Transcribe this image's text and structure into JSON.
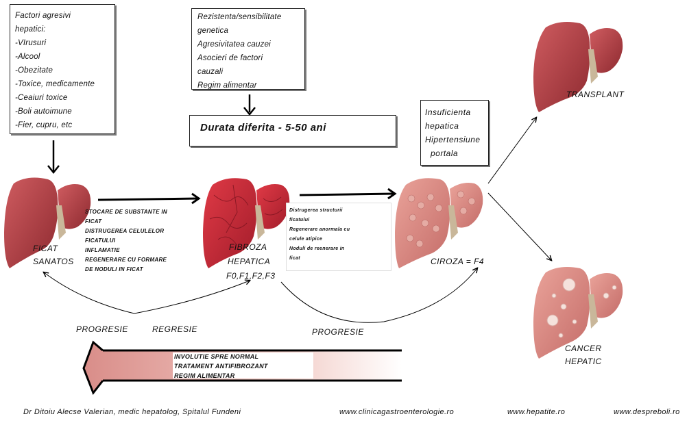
{
  "left_box": {
    "lines": [
      "Factori agresivi",
      "hepatici:",
      "-VIrusuri",
      "-Alcool",
      "-Obezitate",
      "-Toxice, medicamente",
      "-Ceaiuri toxice",
      "-Boli autoimune",
      "-Fier, cupru, etc"
    ]
  },
  "top_box": {
    "lines": [
      "Rezistenta/sensibilitate",
      "genetica",
      "Agresivitatea cauzei",
      "Asocieri de factori",
      "cauzali",
      "Regim alimentar"
    ]
  },
  "duration": "Durata diferita - 5-50 ani",
  "insuf_box": {
    "lines": [
      "Insuficienta",
      "hepatica",
      "Hipertensiune",
      "portala"
    ]
  },
  "stage1_desc": [
    "STOCARE DE SUBSTANTE IN",
    "FICAT",
    "DISTRUGEREA CELULELOR",
    "FICATULUI",
    "INFLAMATIE",
    "REGENERARE CU FORMARE",
    "DE NODULI IN FICAT"
  ],
  "stage2_desc": [
    "Distrugerea structurii",
    "ficatului",
    "Regenerare anormala cu",
    "celule atipice",
    "Noduli de reenerare in",
    "ficat"
  ],
  "labels": {
    "healthy": [
      "FICAT",
      "SANATOS"
    ],
    "fibrosis": [
      "FIBROZA",
      "HEPATICA",
      "F0,F1,F2,F3"
    ],
    "cirrhosis": "CIROZA = F4",
    "transplant": "TRANSPLANT",
    "cancer": [
      "CANCER",
      "HEPATIC"
    ],
    "progresie1": "PROGRESIE",
    "regresie": "REGRESIE",
    "progresie2": "PROGRESIE"
  },
  "bottom_arrow_text": [
    "INVOLUTIE SPRE NORMAL",
    "TRATAMENT ANTIFIBROZANT",
    "REGIM ALIMENTAR"
  ],
  "footer": {
    "author": "Dr Ditoiu Alecse Valerian, medic hepatolog, Spitalul Fundeni",
    "site1": "www.clinicagastroenterologie.ro",
    "site2": "www.hepatite.ro",
    "site3": "www.despreboli.ro"
  },
  "colors": {
    "healthy_liver": "#b5454a",
    "fibrosis_liver": "#c72838",
    "cirrhosis_liver": "#d98a84",
    "ligament": "#c9b79a",
    "arrow_fill": "#e4a9a3"
  }
}
